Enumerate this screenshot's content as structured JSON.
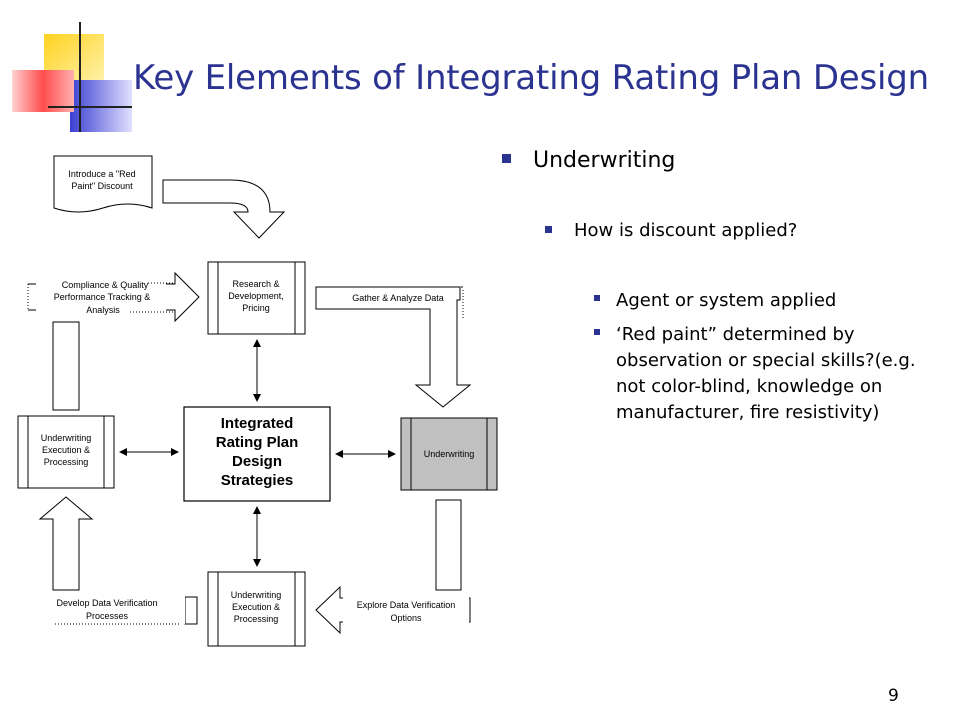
{
  "slide": {
    "title": "Key Elements of Integrating Rating Plan Design",
    "page_number": "9"
  },
  "bullets": {
    "level1": "Underwriting",
    "level2": "How is discount applied?",
    "level3": [
      "Agent or system applied",
      "‘Red paint” determined by observation or special skills?(e.g. not color-blind, knowledge on manufacturer, fire resistivity)"
    ]
  },
  "diagram": {
    "document_note": [
      "Introduce a \"Red",
      "Paint\" Discount"
    ],
    "center": [
      "Integrated",
      "Rating Plan",
      "Design",
      "Strategies"
    ],
    "box_top": [
      "Research &",
      "Development,",
      "Pricing"
    ],
    "box_right": [
      "Underwriting"
    ],
    "box_bottom": [
      "Underwriting",
      "Execution &",
      "Processing"
    ],
    "box_left": [
      "Underwriting",
      "Execution &",
      "Processing"
    ],
    "label_top_left": [
      "Compliance & Quality",
      "Performance Tracking &",
      "Analysis"
    ],
    "label_top_right": [
      "Gather & Analyze Data"
    ],
    "label_bottom_right": [
      "Explore Data Verification",
      "Options"
    ],
    "label_bottom_left": [
      "Develop Data Verification",
      "Processes"
    ]
  },
  "colors": {
    "title": "#2b3391",
    "bullet": "#2b3391",
    "deco_yellow": "#ffd21f",
    "deco_red": "#ff4d4d",
    "deco_blue": "#3b3fd1",
    "highlight_box": "#c0c0c0"
  }
}
